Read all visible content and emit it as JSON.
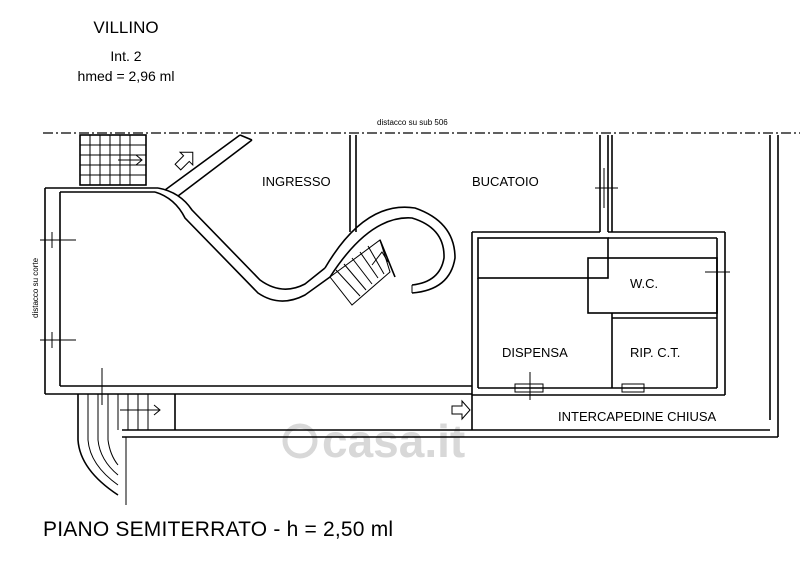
{
  "header": {
    "title": "VILLINO",
    "unit": "Int. 2",
    "hmed": "hmed = 2,96 ml"
  },
  "plan": {
    "title": "PIANO SEMITERRATO - h = 2,50 ml",
    "top_note": "distacco su sub 506",
    "side_note": "distacco su corte",
    "rooms": {
      "ingresso": "INGRESSO",
      "bucatoio": "BUCATOIO",
      "wc": "W.C.",
      "dispensa": "DISPENSA",
      "rip_ct": "RIP. C.T.",
      "intercapedine": "INTERCAPEDINE CHIUSA"
    }
  },
  "watermark": "casa.it"
}
